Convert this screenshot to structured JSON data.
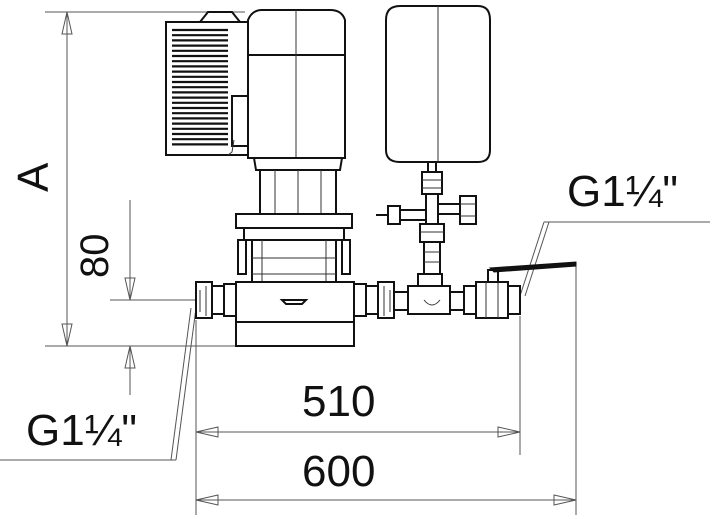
{
  "labels": {
    "dim_a": "A",
    "dim_80": "80",
    "dim_510": "510",
    "dim_600": "600",
    "outlet_thread": "G1¼\"",
    "inlet_thread": "G1¼\""
  }
}
